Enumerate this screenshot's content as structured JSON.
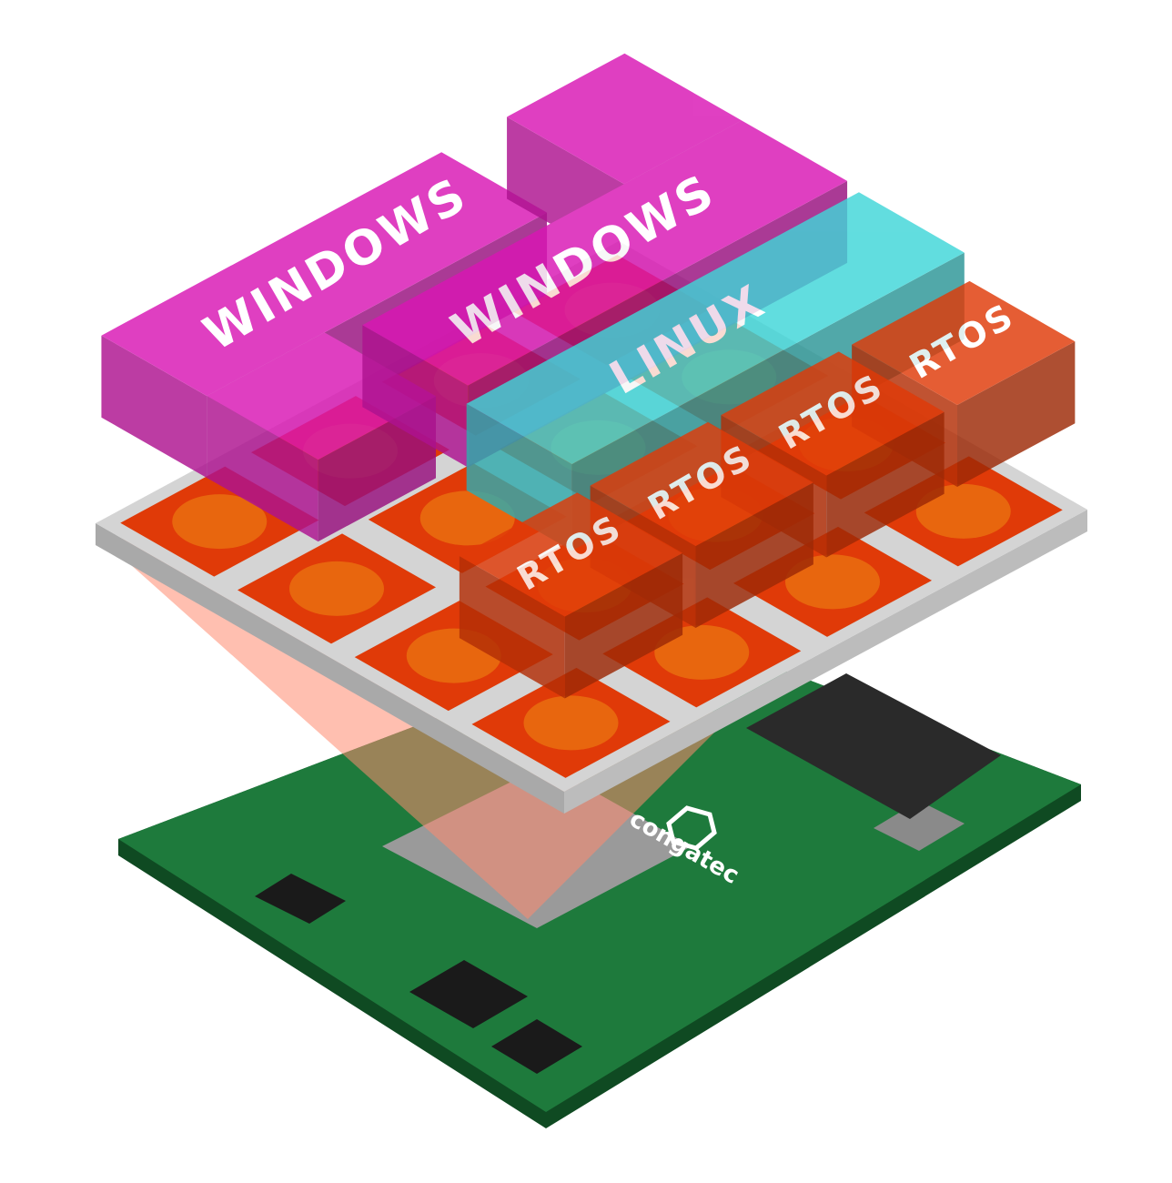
{
  "colors": {
    "windows": "#d916b4",
    "linux": "#3fd6d8",
    "rtos": "#e03a08",
    "plate": "#d4d4d4",
    "cell": "#e03a08",
    "cell_core": "#e8660e",
    "pcb": "#1e7a3c",
    "cone": "#ff8a70"
  },
  "blocks": {
    "windows": [
      {
        "label": "WINDOWS"
      },
      {
        "label": "WINDOWS"
      }
    ],
    "linux": {
      "label": "LINUX"
    },
    "rtos": [
      {
        "label": "RTOS"
      },
      {
        "label": "RTOS"
      },
      {
        "label": "RTOS"
      },
      {
        "label": "RTOS"
      }
    ]
  },
  "board": {
    "logo_text": "congatec"
  }
}
